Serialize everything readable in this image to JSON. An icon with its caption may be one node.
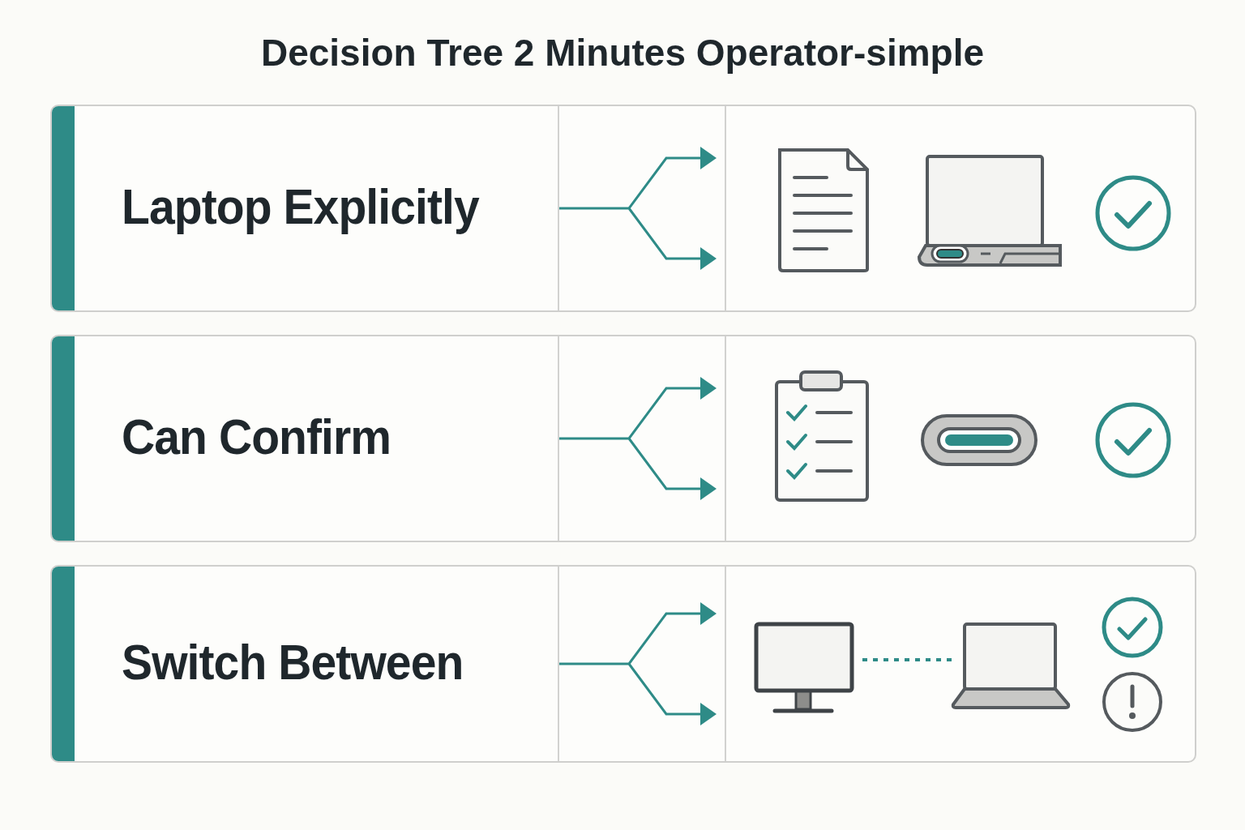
{
  "diagram": {
    "title": "Decision Tree 2 Minutes Operator-simple",
    "nodes": [
      {
        "text": [
          "Laptop Explicitly"
        ]
      },
      {
        "text": [
          "Can Confirm"
        ]
      },
      {
        "text": [
          "Switch Between"
        ]
      },
      {
        "text": [],
        "shape": "monitor",
        "in": 2
      },
      {
        "text": [],
        "shape": "laptop",
        "in": 2
      }
    ],
    "edges": [
      {
        "from": 3,
        "to": 4,
        "arrow": "none",
        "style": "dashed"
      }
    ]
  }
}
